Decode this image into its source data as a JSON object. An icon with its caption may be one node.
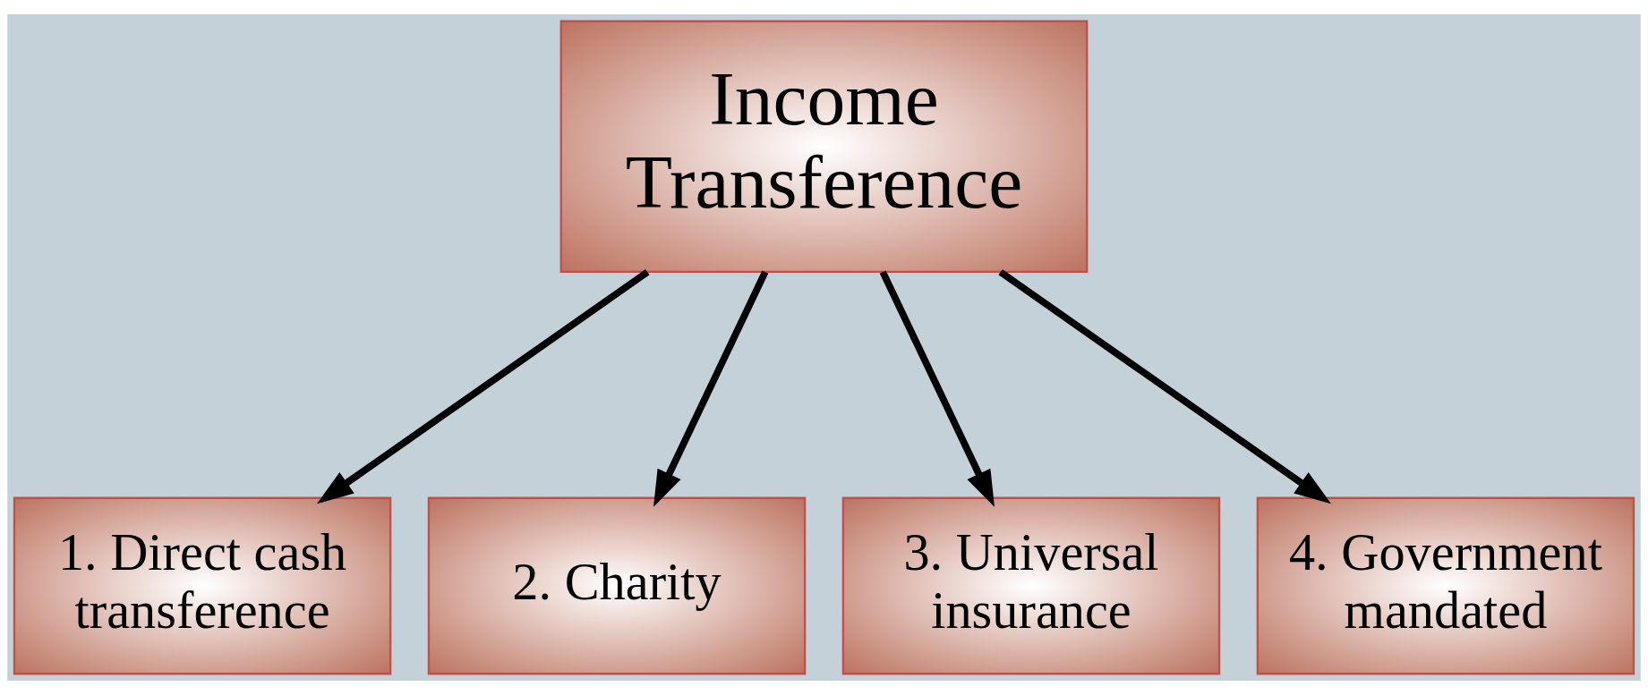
{
  "diagram": {
    "nodes": [
      {
        "text": [
          "Income Transference"
        ]
      },
      {
        "text": [
          "1. Direct cash transference"
        ]
      },
      {
        "text": [
          "2. Charity"
        ]
      },
      {
        "text": [
          "3. Universal insurance"
        ]
      },
      {
        "text": [
          "4. Government mandated"
        ]
      }
    ],
    "edges": [
      {
        "from": 0,
        "to": 1,
        "arrow": "to"
      },
      {
        "from": 0,
        "to": 2,
        "arrow": "to"
      },
      {
        "from": 0,
        "to": 3,
        "arrow": "to"
      },
      {
        "from": 0,
        "to": 4,
        "arrow": "to"
      }
    ]
  }
}
